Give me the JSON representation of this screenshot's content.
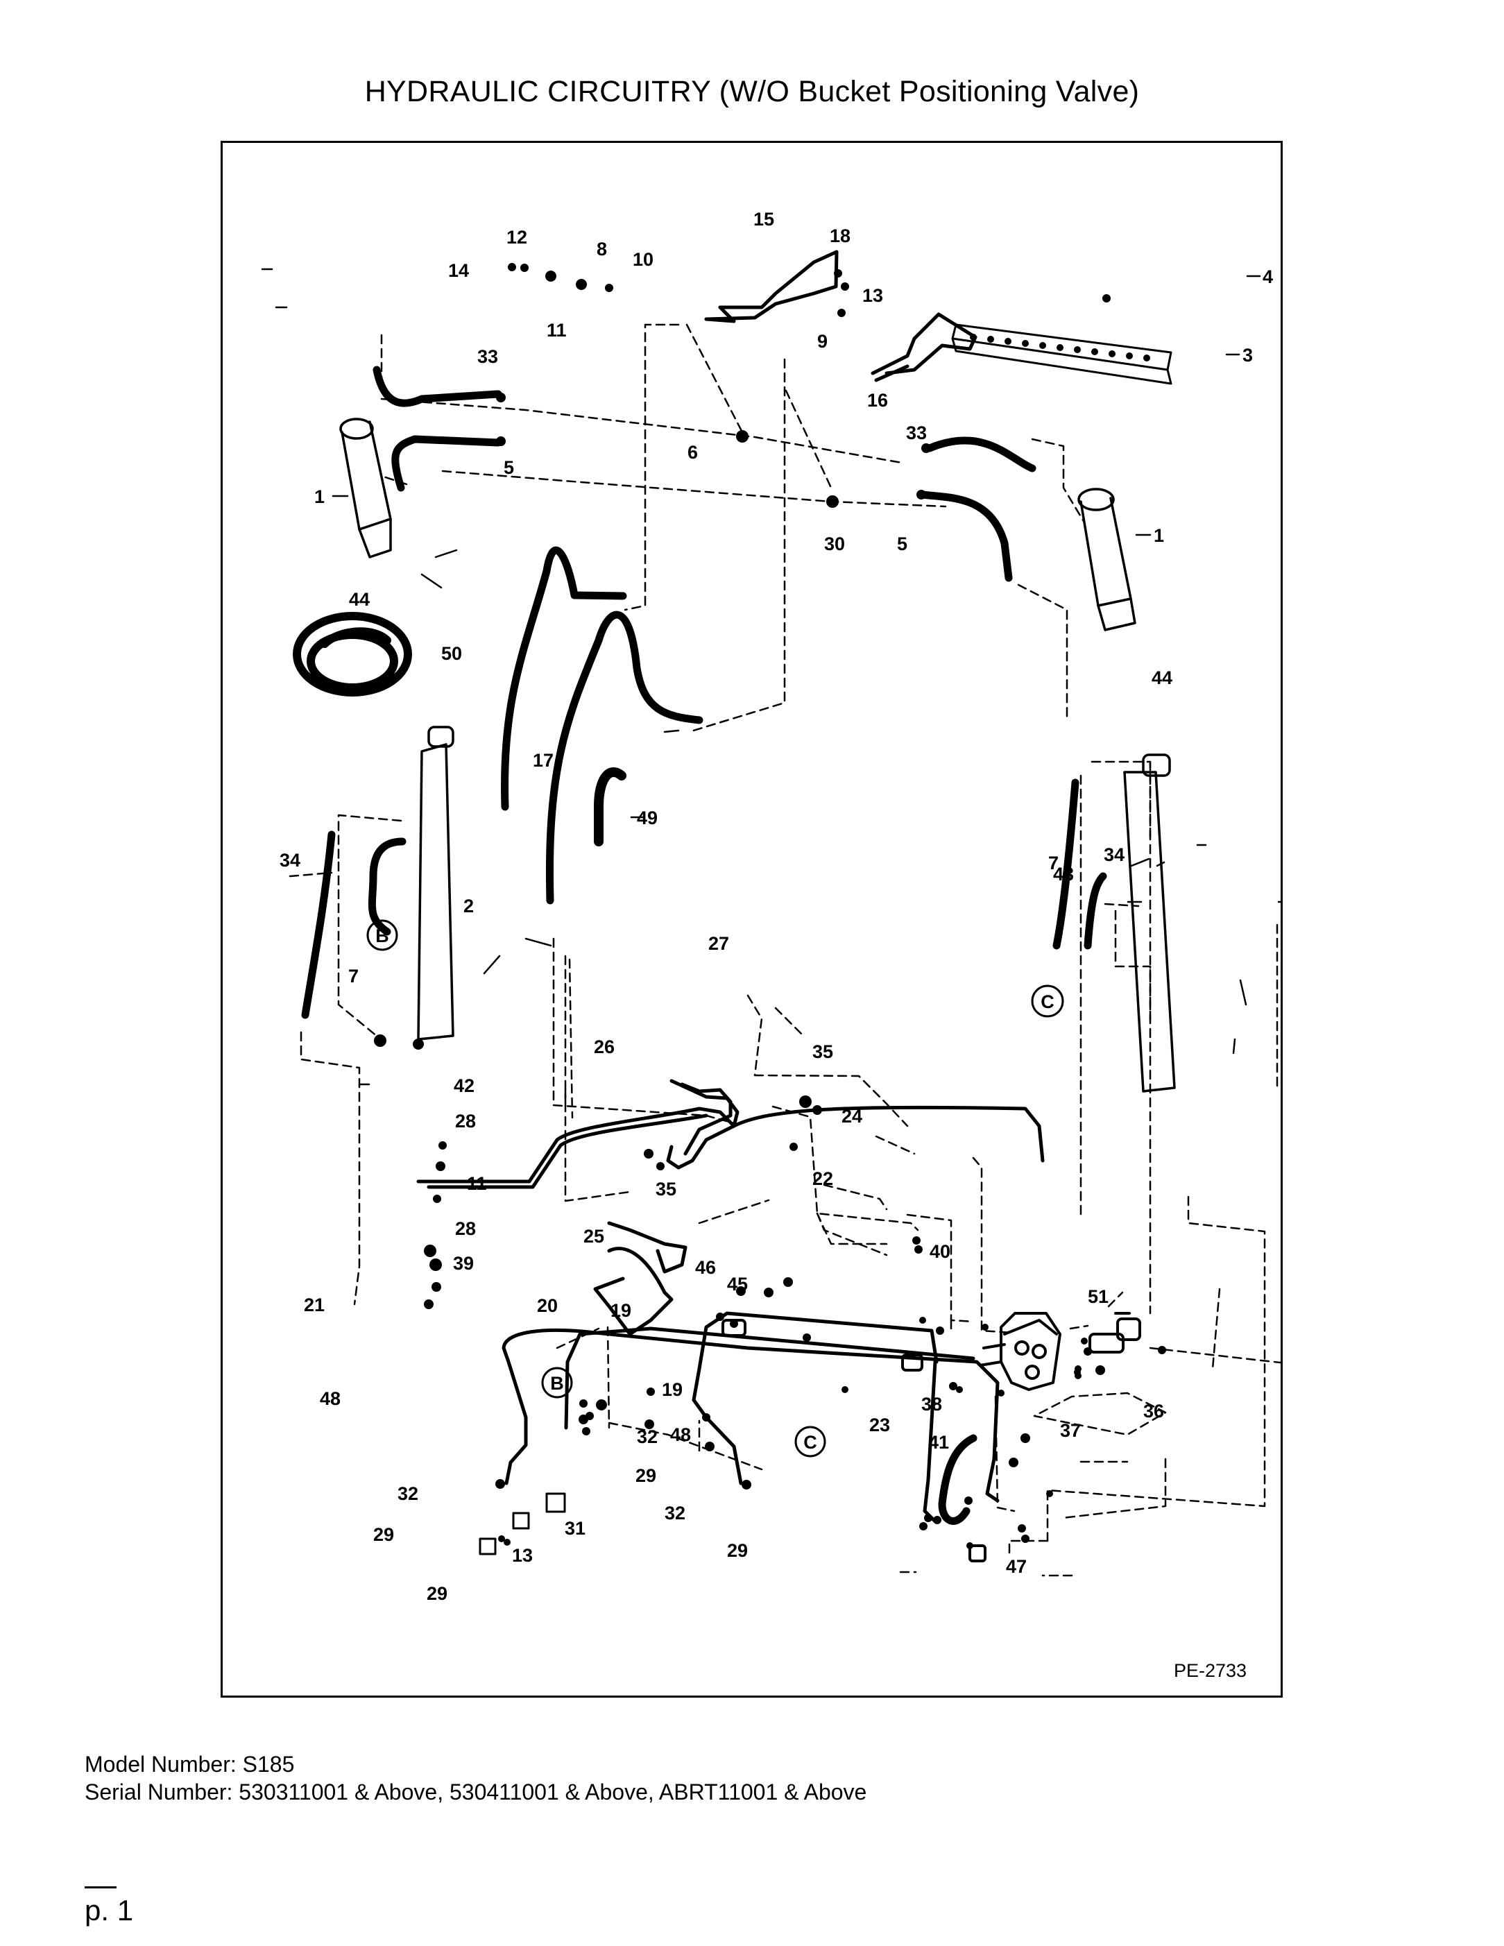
{
  "title": "HYDRAULIC CIRCUITRY (W/O Bucket Positioning Valve)",
  "drawing_code": "PE-2733",
  "footer": {
    "model_line": "Model Number: S185",
    "serial_line": "Serial Number: 530311001 & Above, 530411001 & Above, ABRT11001 & Above"
  },
  "page_number": "p. 1",
  "circle_markers": {
    "b": "B",
    "c": "C"
  },
  "callouts": {
    "n1": "1",
    "n2": "2",
    "n3": "3",
    "n4": "4",
    "n5": "5",
    "n6": "6",
    "n7": "7",
    "n8": "8",
    "n9": "9",
    "n10": "10",
    "n11": "11",
    "n12": "12",
    "n13": "13",
    "n14": "14",
    "n15": "15",
    "n16": "16",
    "n17": "17",
    "n18": "18",
    "n19": "19",
    "n20": "20",
    "n21": "21",
    "n22": "22",
    "n23": "23",
    "n24": "24",
    "n25": "25",
    "n26": "26",
    "n27": "27",
    "n28": "28",
    "n29": "29",
    "n30": "30",
    "n31": "31",
    "n32": "32",
    "n33": "33",
    "n34": "34",
    "n35": "35",
    "n36": "36",
    "n37": "37",
    "n38": "38",
    "n39": "39",
    "n40": "40",
    "n41": "41",
    "n42": "42",
    "n43": "43",
    "n44": "44",
    "n45": "45",
    "n46": "46",
    "n47": "47",
    "n48": "48",
    "n49": "49",
    "n50": "50",
    "n51": "51"
  }
}
